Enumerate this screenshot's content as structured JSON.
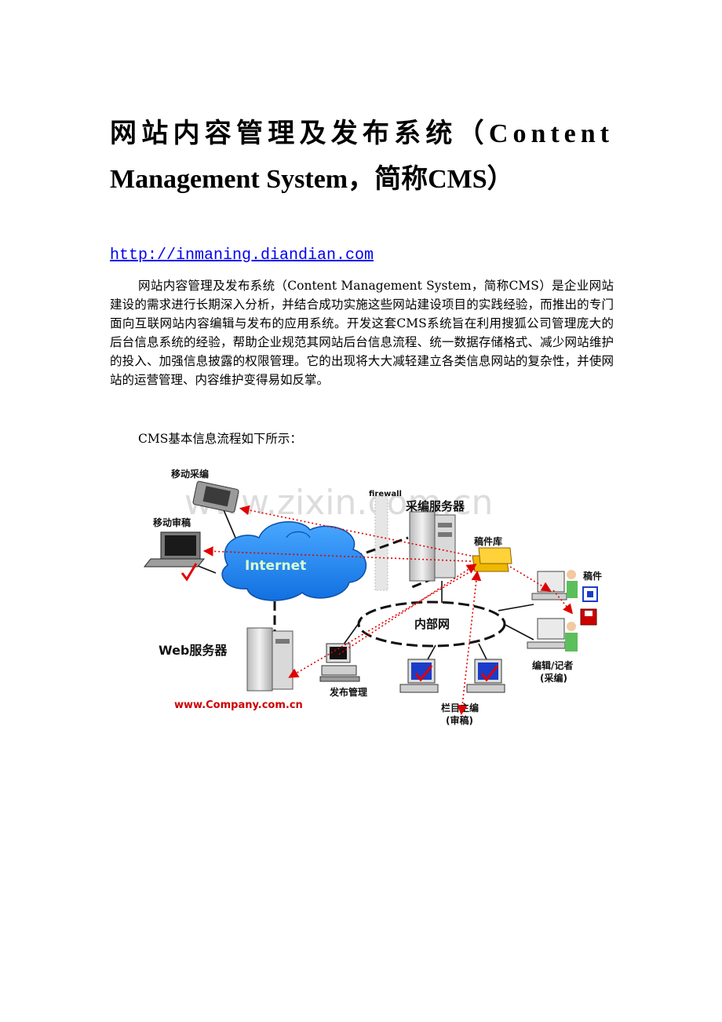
{
  "title": {
    "line1": "网站内容管理及发布系统（Content",
    "line2": "Management System，简称CMS）"
  },
  "link": "http://inmaning.diandian.com",
  "paragraph": "网站内容管理及发布系统（Content Management System，简称CMS）是企业网站建设的需求进行长期深入分析，并结合成功实施这些网站建设项目的实践经验，而推出的专门面向互联网站内容编辑与发布的应用系统。开发这套CMS系统旨在利用搜狐公司管理庞大的后台信息系统的经验，帮助企业规范其网站后台信息流程、统一数据存储格式、减少网站维护的投入、加强信息披露的权限管理。它的出现将大大减轻建立各类信息网站的复杂性，并使网站的运营管理、内容维护变得易如反掌。",
  "caption": "CMS基本信息流程如下所示：",
  "diagram": {
    "watermark": "www.zixin.com.cn",
    "mobile_edit": "移动采编",
    "mobile_review": "移动审稿",
    "internet": "Internet",
    "firewall": "firewall",
    "edit_server": "采编服务器",
    "draft_db": "稿件库",
    "draft": "稿件",
    "intranet": "内部网",
    "web_server": "Web服务器",
    "publish": "发布管理",
    "editor_line1": "编辑/记者",
    "editor_line2": "(采编)",
    "column_editor_line1": "栏目主编",
    "column_editor_line2": "(审稿)",
    "company_url": "www.Company.com.cn",
    "colors": {
      "internet_cloud": "#1e90ff",
      "arrow": "#e00000",
      "url": "#cc0000",
      "checkmark": "#e00000",
      "screen": "#1a3cc8"
    }
  }
}
